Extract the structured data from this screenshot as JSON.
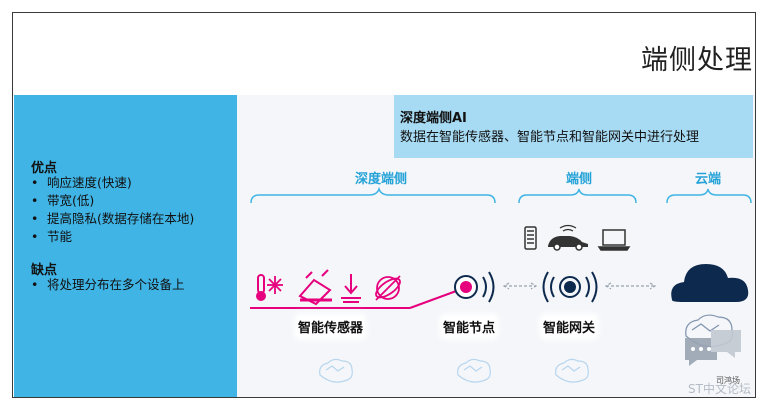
{
  "slide": {
    "title": "端侧处理"
  },
  "advantages": {
    "title": "优点",
    "items": [
      "响应速度(快速)",
      "带宽(低)",
      "提高隐私(数据存储在本地)",
      "节能"
    ]
  },
  "disadvantages": {
    "title": "缺点",
    "items": [
      "将处理分布在多个设备上"
    ]
  },
  "deep_edge_ai": {
    "title": "深度端侧AI",
    "description": "数据在智能传感器、智能节点和智能网关中进行处理"
  },
  "categories": {
    "deep_edge": "深度端侧",
    "edge": "端侧",
    "cloud": "云端"
  },
  "nodes": {
    "smart_sensor": "智能传感器",
    "smart_node": "智能节点",
    "smart_gateway": "智能网关"
  },
  "watermark": {
    "text": "ST中文论坛",
    "small": "司鸿场"
  },
  "colors": {
    "accent_blue": "#3fb4e5",
    "light_blue": "#a7daf3",
    "label_blue": "#25a3d8",
    "magenta": "#e6007e",
    "navy": "#0d2a4e",
    "brain": "#b8d6ee"
  }
}
